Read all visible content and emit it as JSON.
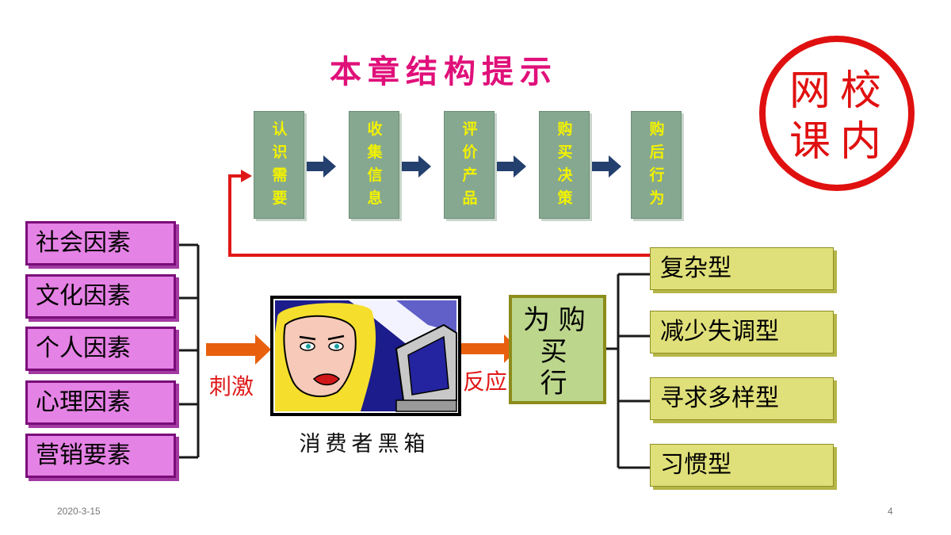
{
  "title": "本章结构提示",
  "stamp": {
    "c1": "网",
    "c2": "校",
    "c3": "课",
    "c4": "内"
  },
  "stages": [
    {
      "label": "认\n识\n需\n要"
    },
    {
      "label": "收\n集\n信\n息"
    },
    {
      "label": "评\n价\n产\n品"
    },
    {
      "label": "购\n买\n决\n策"
    },
    {
      "label": "购\n后\n行\n为"
    }
  ],
  "factors": [
    "社会因素",
    "文化因素",
    "个人因素",
    "心理因素",
    "营销要素"
  ],
  "stimulus_label": "刺激",
  "response_label": "反应",
  "black_box_caption": "消费者黑箱",
  "buying_behavior": "为 购\n  买\n  行",
  "types": [
    "复杂型",
    "减少失调型",
    "寻求多样型",
    "习惯型"
  ],
  "footer": {
    "date": "2020-3-15",
    "page": "4"
  },
  "colors": {
    "title": "#e0107a",
    "stamp": "#e01010",
    "factor_fill": "#e582e5",
    "stage_fill": "#86a890",
    "stage_text": "#f2f200",
    "type_fill": "#e0e07a",
    "arrow_orange": "#e8600e",
    "arrow_navy": "#24406e",
    "feedback_line": "#e01818"
  }
}
